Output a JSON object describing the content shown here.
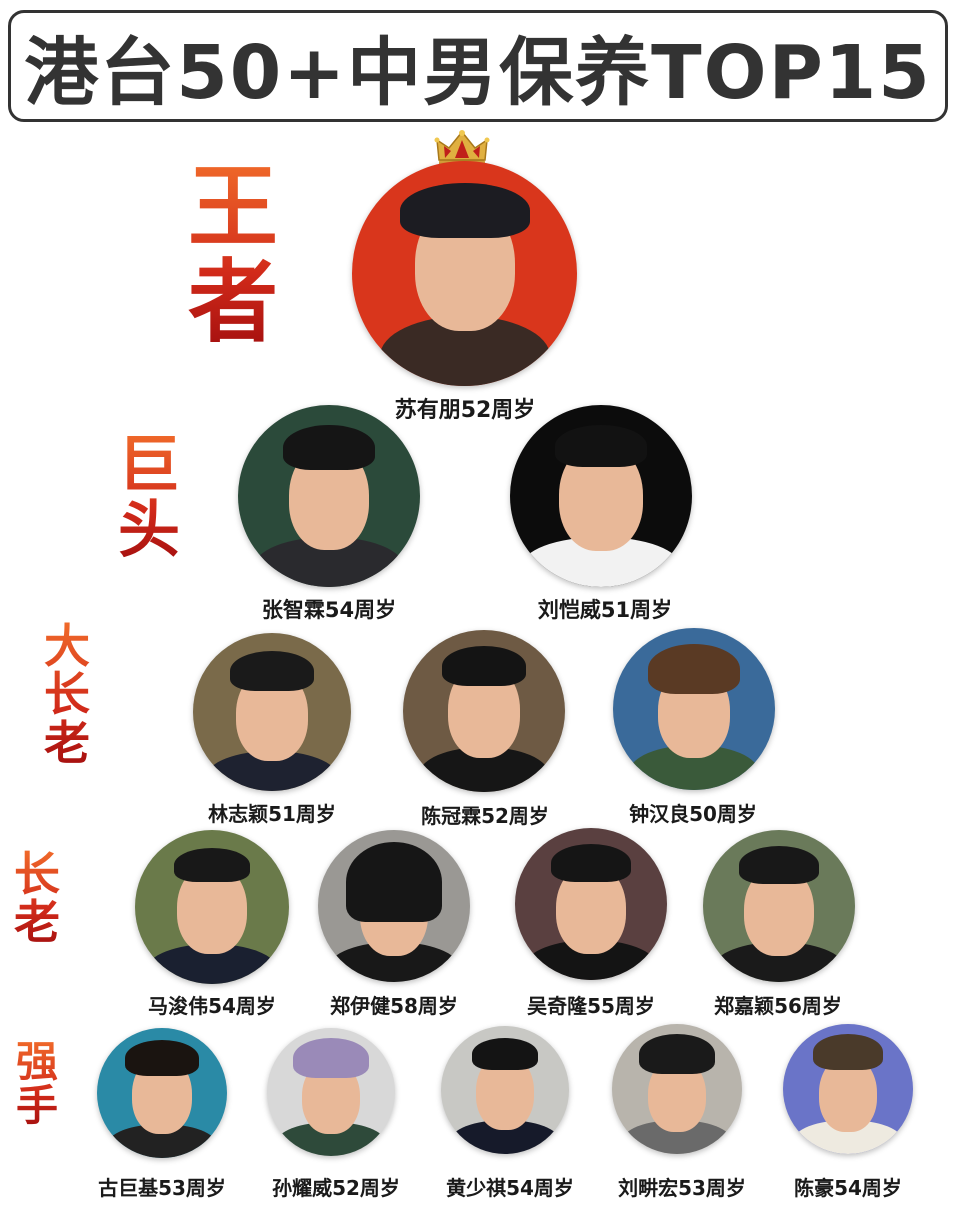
{
  "title": "港台50+中男保养TOP15",
  "tiers": [
    {
      "label": [
        "王",
        "者"
      ],
      "entries": [
        {
          "name": "苏有朋52周岁",
          "bg": "#d9361c",
          "hair": "#1c1c22",
          "body": "#3a2a24"
        }
      ]
    },
    {
      "label": [
        "巨",
        "头"
      ],
      "entries": [
        {
          "name": "张智霖54周岁",
          "bg": "#2b4a3a",
          "hair": "#151515",
          "body": "#2a2a2e"
        },
        {
          "name": "刘恺威51周岁",
          "bg": "#0c0c0c",
          "hair": "#121212",
          "body": "#f2f2f2"
        }
      ]
    },
    {
      "label": [
        "大",
        "长",
        "老"
      ],
      "entries": [
        {
          "name": "林志颖51周岁",
          "bg": "#7a6a4a",
          "hair": "#1a1a1a",
          "body": "#1e2230"
        },
        {
          "name": "陈冠霖52周岁",
          "bg": "#6e5a44",
          "hair": "#141414",
          "body": "#161616"
        },
        {
          "name": "钟汉良50周岁",
          "bg": "#3a6a9a",
          "hair": "#5a3a24",
          "body": "#3a5a3a"
        }
      ]
    },
    {
      "label": [
        "长",
        "老"
      ],
      "entries": [
        {
          "name": "马浚伟54周岁",
          "bg": "#6a7a4a",
          "hair": "#181818",
          "body": "#1a2030"
        },
        {
          "name": "郑伊健58周岁",
          "bg": "#9a9894",
          "hair": "#161616",
          "body": "#181818"
        },
        {
          "name": "吴奇隆55周岁",
          "bg": "#5a4040",
          "hair": "#151515",
          "body": "#141414"
        },
        {
          "name": "郑嘉颖56周岁",
          "bg": "#6a7a5a",
          "hair": "#181818",
          "body": "#1a1a1a"
        }
      ]
    },
    {
      "label": [
        "强",
        "手"
      ],
      "entries": [
        {
          "name": "古巨基53周岁",
          "bg": "#2a8aa6",
          "hair": "#1a1410",
          "body": "#222"
        },
        {
          "name": "孙耀威52周岁",
          "bg": "#d8d8d8",
          "hair": "#9a8ab8",
          "body": "#2e4a3a"
        },
        {
          "name": "黄少祺54周岁",
          "bg": "#c8c8c4",
          "hair": "#141414",
          "body": "#161a2a"
        },
        {
          "name": "刘畊宏53周岁",
          "bg": "#b8b4ac",
          "hair": "#1a1a1a",
          "body": "#6a6a6a"
        },
        {
          "name": "陈豪54周岁",
          "bg": "#6a74c8",
          "hair": "#4a3a2a",
          "body": "#eeeae0"
        }
      ]
    }
  ],
  "colors": {
    "title_text": "#333333",
    "tier_gradient_top": "#f06a2a",
    "tier_gradient_bottom": "#a5100f",
    "skin": "#e8b898",
    "crown_gold": "#e0b040",
    "crown_red": "#c0201a"
  }
}
